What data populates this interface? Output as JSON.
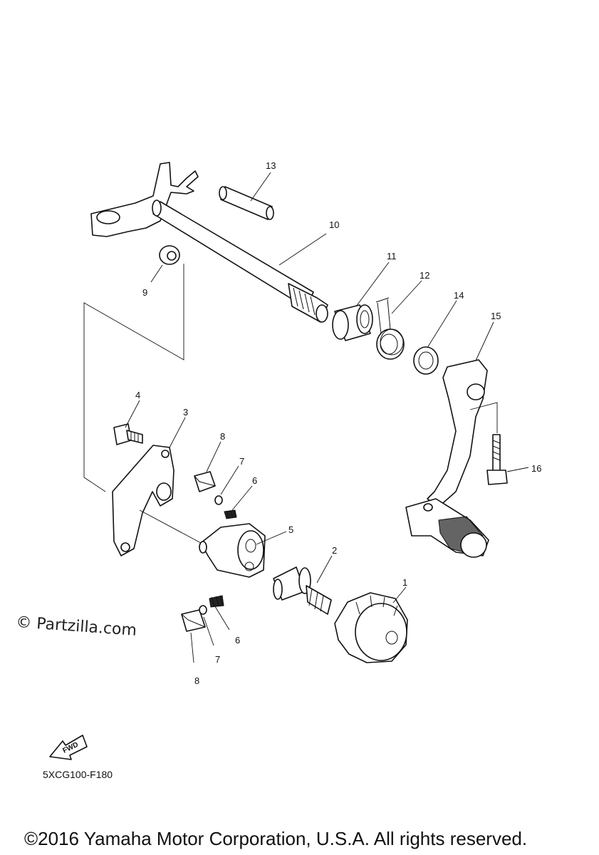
{
  "callouts": [
    {
      "id": "1",
      "label": "1"
    },
    {
      "id": "2",
      "label": "2"
    },
    {
      "id": "3",
      "label": "3"
    },
    {
      "id": "4",
      "label": "4"
    },
    {
      "id": "5",
      "label": "5"
    },
    {
      "id": "6a",
      "label": "6"
    },
    {
      "id": "6b",
      "label": "6"
    },
    {
      "id": "7a",
      "label": "7"
    },
    {
      "id": "7b",
      "label": "7"
    },
    {
      "id": "8a",
      "label": "8"
    },
    {
      "id": "8b",
      "label": "8"
    },
    {
      "id": "9",
      "label": "9"
    },
    {
      "id": "10",
      "label": "10"
    },
    {
      "id": "11",
      "label": "11"
    },
    {
      "id": "12",
      "label": "12"
    },
    {
      "id": "13",
      "label": "13"
    },
    {
      "id": "14",
      "label": "14"
    },
    {
      "id": "15",
      "label": "15"
    },
    {
      "id": "16",
      "label": "16"
    }
  ],
  "watermark": "© Partzilla.com",
  "fwd_label": "FWD",
  "diagram_code": "5XCG100-F180",
  "copyright": "©2016 Yamaha Motor Corporation, U.S.A. All rights reserved."
}
